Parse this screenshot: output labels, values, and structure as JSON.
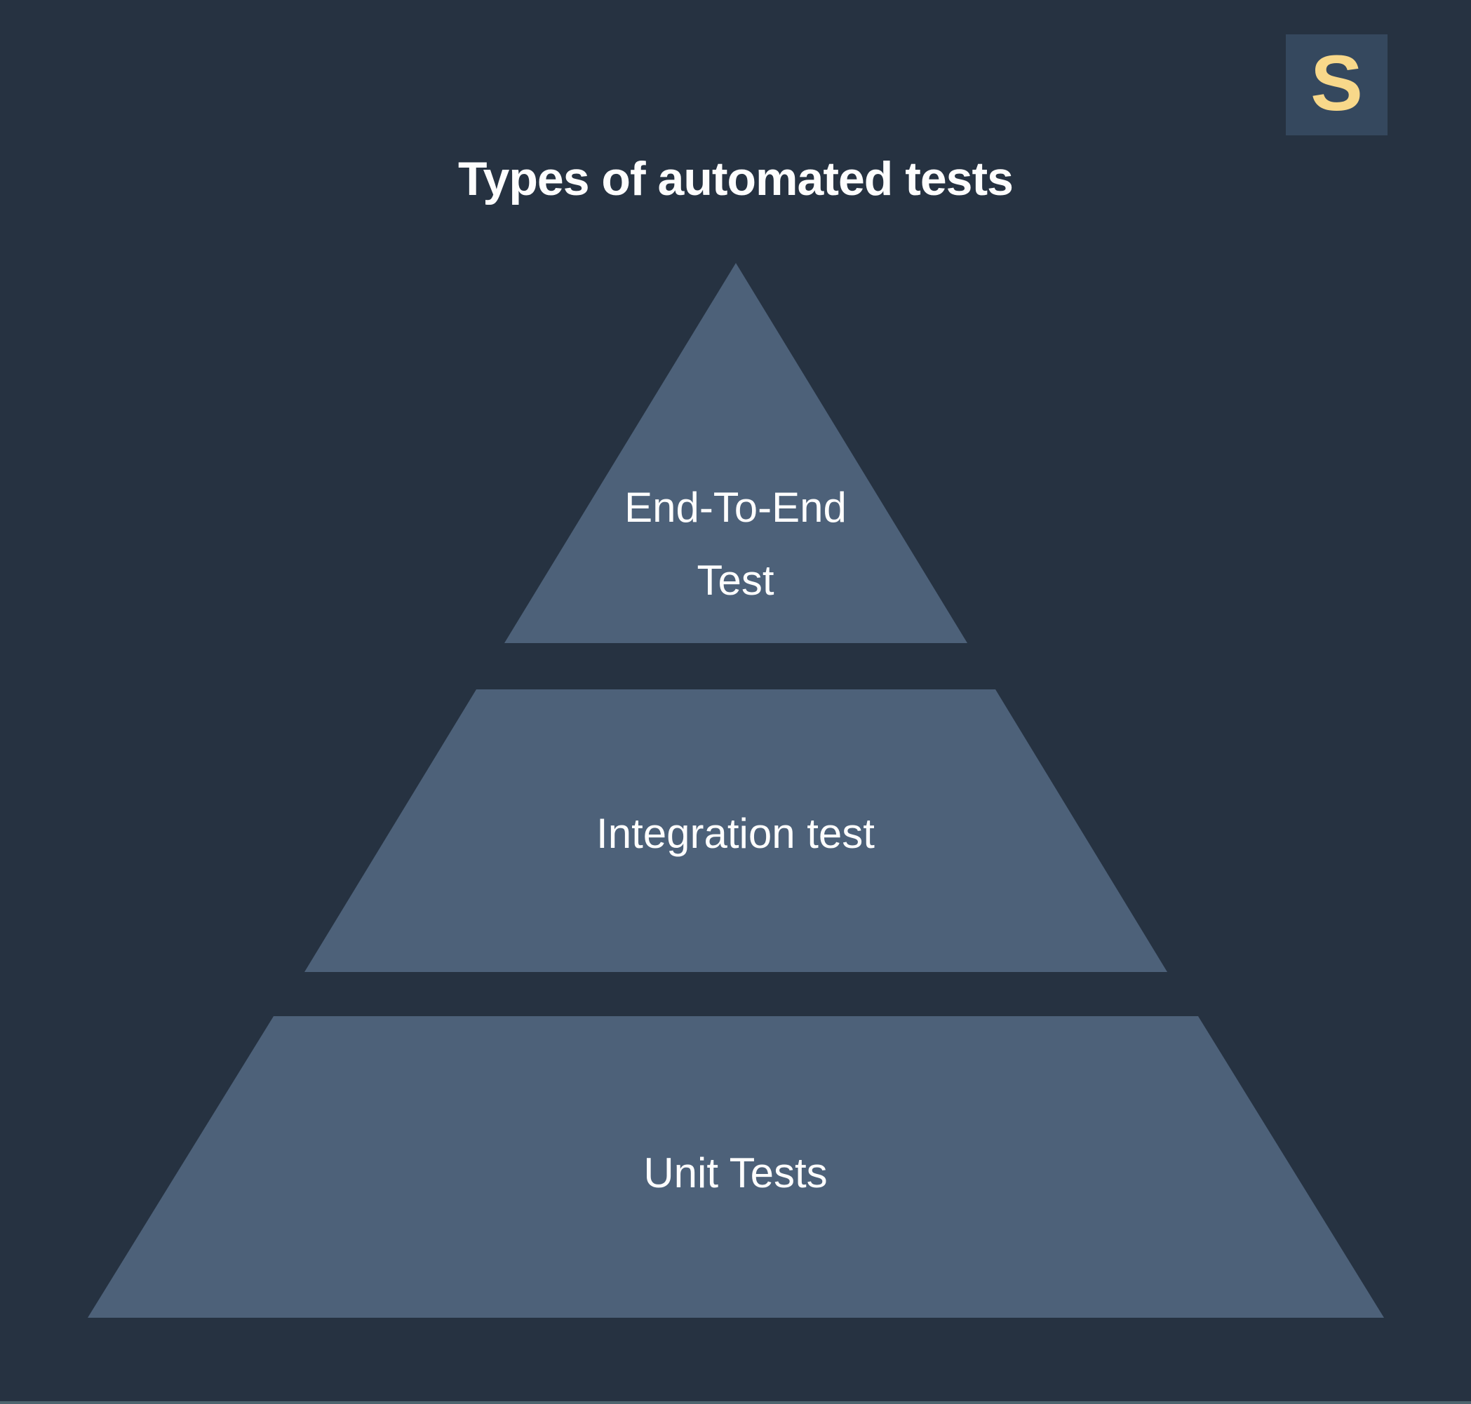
{
  "page": {
    "title": "Types of automated tests",
    "background_color": "#263241",
    "text_color": "#fdfdfd",
    "bottom_strip_color": "#4e656f"
  },
  "logo": {
    "letter": "S",
    "background_color": "#35485e",
    "letter_color": "#f8d88a"
  },
  "pyramid": {
    "fill_color": "#4d6179",
    "levels": [
      {
        "name": "end-to-end",
        "label": "End-To-End Test",
        "lines": [
          "End-To-End",
          "Test"
        ],
        "position": "top"
      },
      {
        "name": "integration",
        "label": "Integration test",
        "lines": [
          "Integration test"
        ],
        "position": "middle"
      },
      {
        "name": "unit",
        "label": "Unit Tests",
        "lines": [
          "Unit Tests"
        ],
        "position": "bottom"
      }
    ]
  }
}
